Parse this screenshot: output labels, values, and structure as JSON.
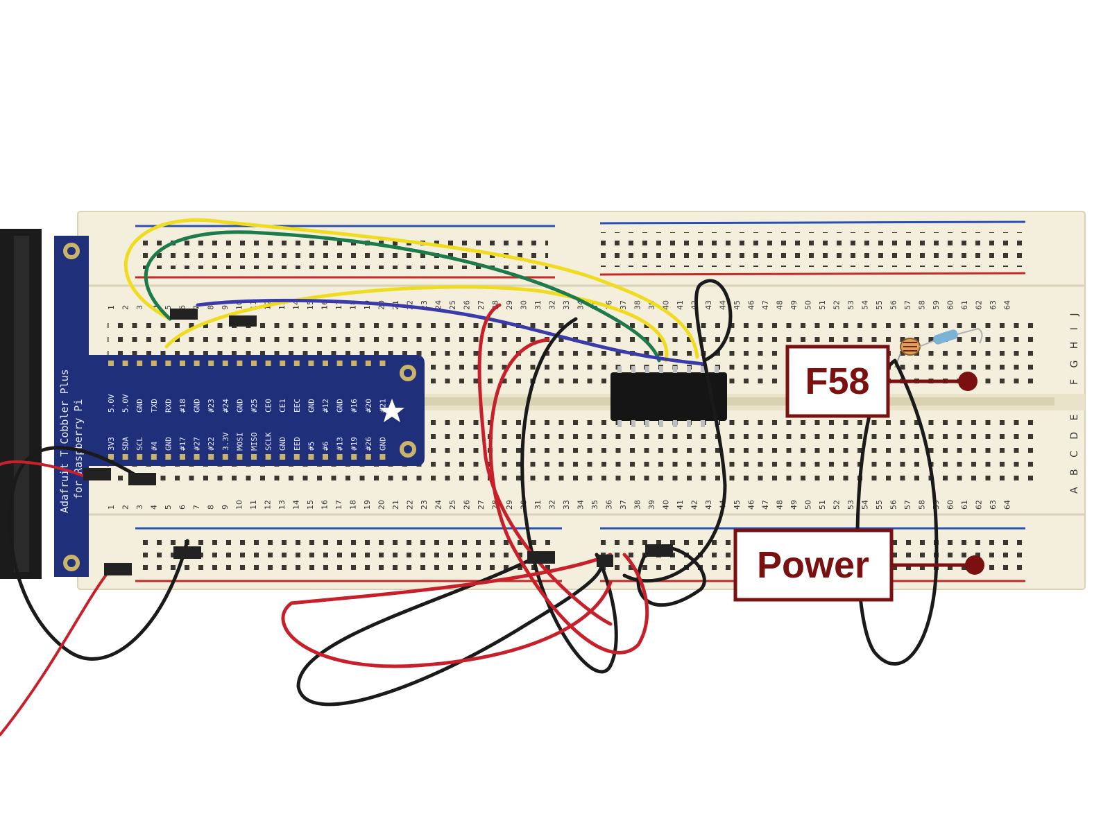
{
  "callouts": {
    "f58_label": "F58",
    "power_label": "Power"
  },
  "cobbler": {
    "brand_line1": "Adafruit T-Cobbler Plus",
    "brand_line2": "for Raspberry Pi",
    "top_pins": [
      "5.0V",
      "5.0V",
      "GND",
      "TXD",
      "RXD",
      "#18",
      "GND",
      "#23",
      "#24",
      "GND",
      "#25",
      "CE0",
      "CE1",
      "EEC",
      "GND",
      "#12",
      "GND",
      "#16",
      "#20",
      "#21"
    ],
    "bottom_pins": [
      "3V3",
      "SDA",
      "SCL",
      "#4",
      "GND",
      "#17",
      "#27",
      "#22",
      "3.3V",
      "MOSI",
      "MISO",
      "SCLK",
      "GND",
      "EED",
      "#5",
      "#6",
      "#13",
      "#19",
      "#26",
      "GND"
    ]
  },
  "breadboard": {
    "row_letters_top": "F G H I J",
    "row_letters_bottom": "A B C D E"
  },
  "colors": {
    "callout": "#7a1010",
    "cobbler_blue": "#1f2f7a",
    "board": "#f3efdc",
    "wire_red": "#c8202a",
    "wire_black": "#1a1a1a",
    "wire_yellow": "#f0dc1e",
    "wire_green": "#1d7a4a",
    "wire_blue": "#3a3aa8"
  }
}
